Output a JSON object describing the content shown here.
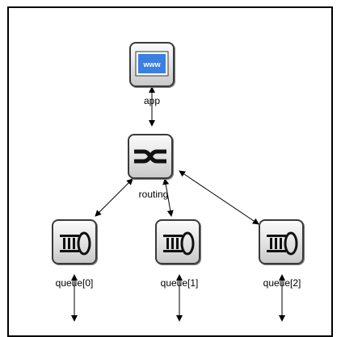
{
  "diagram": {
    "nodes": [
      {
        "id": "app",
        "label": "app",
        "icon": "www-icon"
      },
      {
        "id": "routing",
        "label": "routing",
        "icon": "switch-icon"
      },
      {
        "id": "queue0",
        "label": "queue[0]",
        "icon": "queue-icon"
      },
      {
        "id": "queue1",
        "label": "queue[1]",
        "icon": "queue-icon"
      },
      {
        "id": "queue2",
        "label": "queue[2]",
        "icon": "queue-icon"
      }
    ],
    "edges": [
      {
        "from": "app",
        "to": "routing",
        "bidirectional": true
      },
      {
        "from": "routing",
        "to": "queue0",
        "bidirectional": true
      },
      {
        "from": "routing",
        "to": "queue1",
        "bidirectional": true
      },
      {
        "from": "routing",
        "to": "queue2",
        "bidirectional": true
      }
    ],
    "colors": {
      "frame": "#000000",
      "node_border": "#3a3a3a",
      "www_screen": "#3b7fe0",
      "link": "#000000"
    }
  }
}
